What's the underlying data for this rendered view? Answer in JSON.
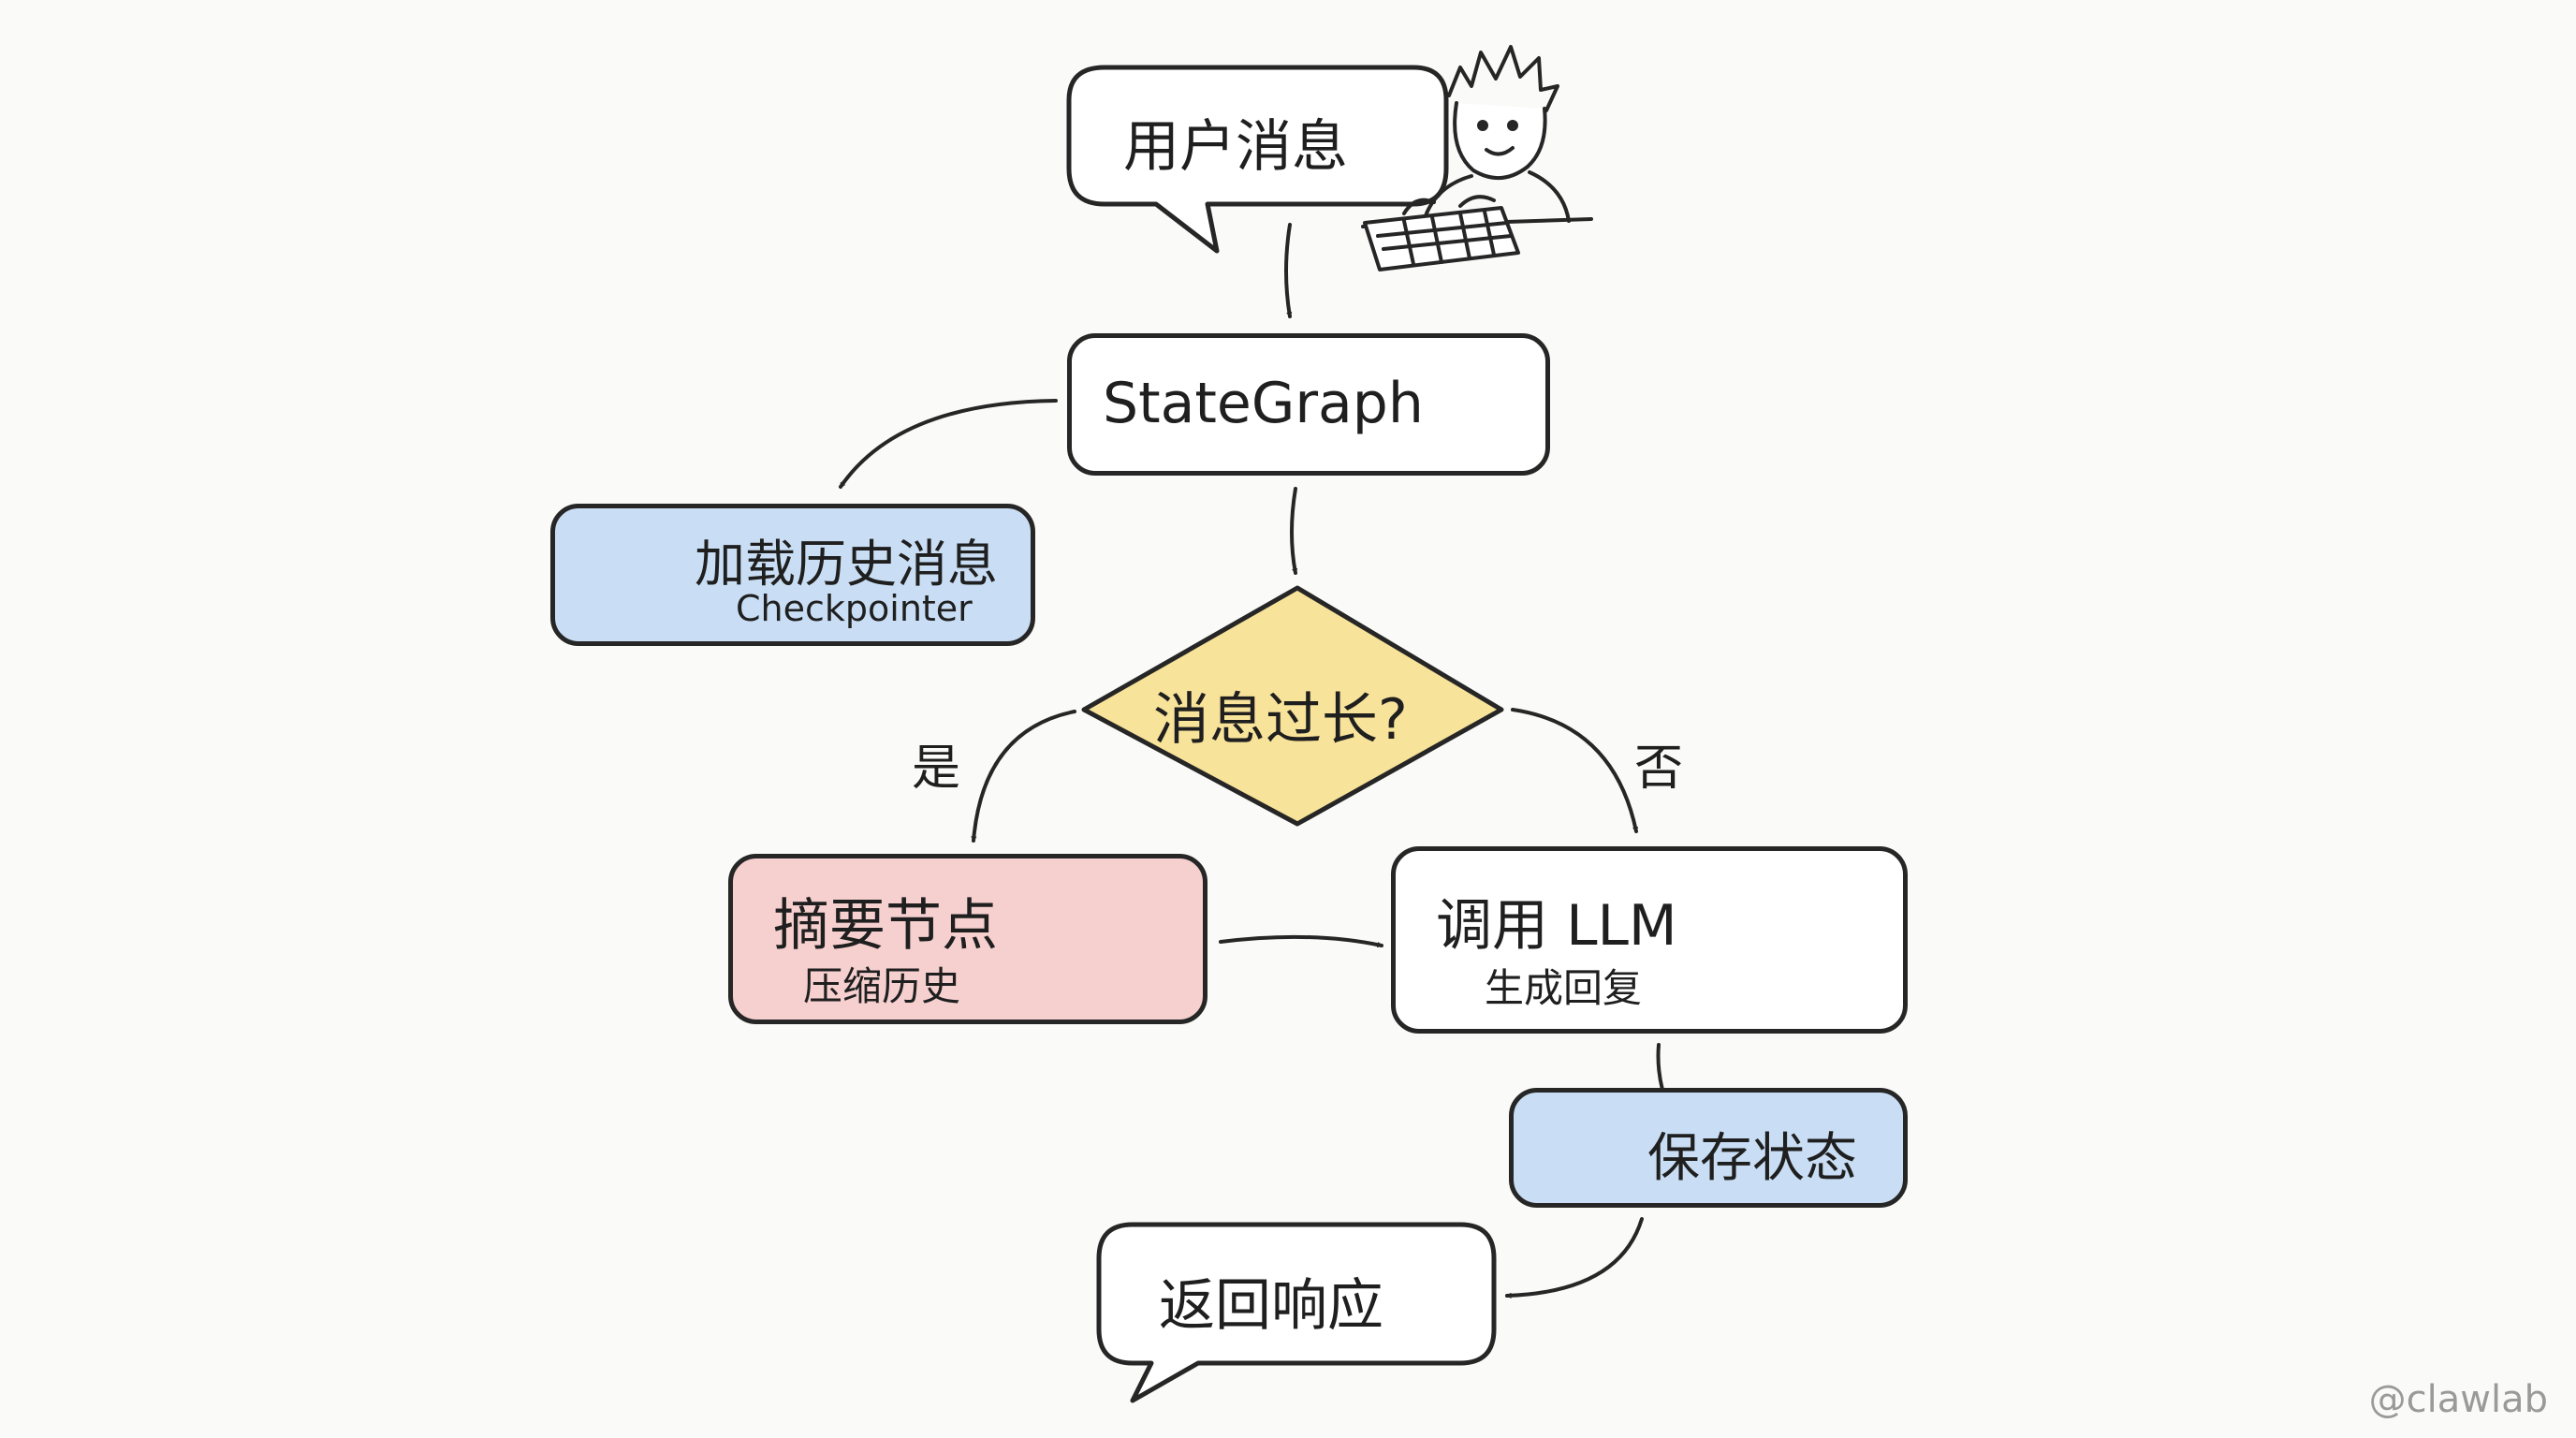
{
  "nodes": {
    "user_message": {
      "label": "用户消息"
    },
    "stategraph": {
      "label": "StateGraph"
    },
    "load_history": {
      "label": "加载历史消息",
      "sublabel": "Checkpointer"
    },
    "decision": {
      "label": "消息过长?"
    },
    "summary": {
      "label": "摘要节点",
      "sublabel": "压缩历史"
    },
    "call_llm": {
      "label": "调用 LLM",
      "sublabel": "生成回复"
    },
    "save_state": {
      "label": "保存状态"
    },
    "return_response": {
      "label": "返回响应"
    }
  },
  "edges": {
    "yes_label": "是",
    "no_label": "否"
  },
  "watermark": "@clawlab",
  "colors": {
    "outline": "#262626",
    "blue_fill": "#c9def4",
    "yellow_fill": "#f8e39a",
    "pink_fill": "#f6cfcf",
    "white_fill": "#ffffff",
    "background": "#fafaf8"
  },
  "icons": {
    "user_message": "person-typing-icon",
    "stategraph": "gear-icon",
    "load_history": "database-icon",
    "summary": "compress-document-icon",
    "call_llm": "brain-sparkle-icon",
    "save_state": "floppy-disk-icon"
  }
}
